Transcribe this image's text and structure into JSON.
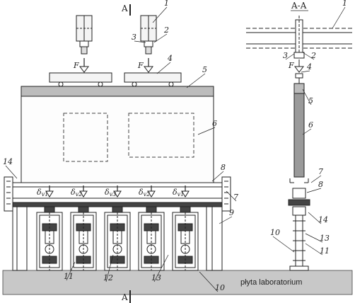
{
  "section_title": "A-A",
  "section_marker": "A",
  "force_label": "F",
  "floor_label": "płyta laboratorium",
  "deflection_symbol": "δ",
  "deflection_subscripts": [
    "v1",
    "v2",
    "v3",
    "v2",
    "v1"
  ],
  "front_callouts": [
    "1",
    "2",
    "3",
    "4",
    "5",
    "6",
    "7",
    "8",
    "9",
    "10",
    "11",
    "12",
    "13",
    "14"
  ],
  "side_callouts": [
    "1",
    "2",
    "3",
    "4",
    "5",
    "6",
    "7",
    "8",
    "10",
    "11",
    "13",
    "14"
  ],
  "colors": {
    "line": "#222222",
    "slab": "#c8c8c8",
    "panel_band": "#bcbcbc",
    "column_fill": "#9a9a9a",
    "face_fill": "#f4f4f4"
  }
}
